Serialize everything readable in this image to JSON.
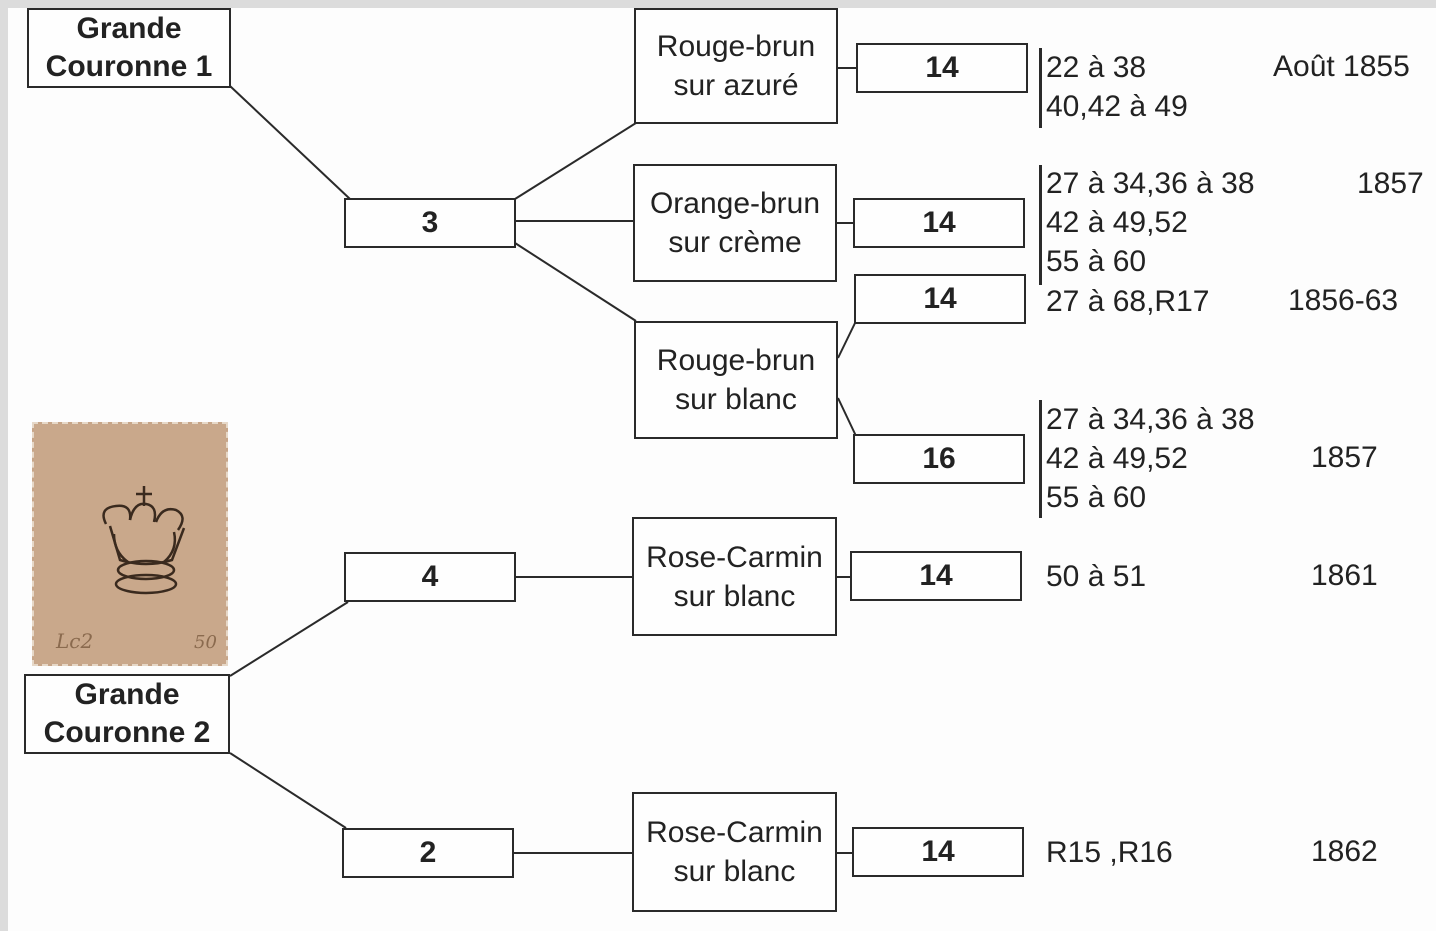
{
  "watermarks": [
    {
      "id": "gc1",
      "lines": [
        "Grande",
        "Couronne 1"
      ]
    },
    {
      "id": "gc2",
      "lines": [
        "Grande",
        "Couronne 2"
      ]
    }
  ],
  "groups": [
    {
      "id": "g3",
      "label": "3"
    },
    {
      "id": "g4",
      "label": "4"
    },
    {
      "id": "g2",
      "label": "2"
    }
  ],
  "colors": [
    {
      "id": "c1",
      "lines": [
        "Rouge-brun",
        "sur azuré"
      ]
    },
    {
      "id": "c2",
      "lines": [
        "Orange-brun",
        "sur crème"
      ]
    },
    {
      "id": "c3",
      "lines": [
        "Rouge-brun",
        "sur blanc"
      ]
    },
    {
      "id": "c4",
      "lines": [
        "Rose-Carmin",
        "sur blanc"
      ]
    },
    {
      "id": "c5",
      "lines": [
        "Rose-Carmin",
        "sur blanc"
      ]
    }
  ],
  "perforations": [
    {
      "id": "p1",
      "label": "14"
    },
    {
      "id": "p2",
      "label": "14"
    },
    {
      "id": "p3",
      "label": "14"
    },
    {
      "id": "p4",
      "label": "16"
    },
    {
      "id": "p5",
      "label": "14"
    },
    {
      "id": "p6",
      "label": "14"
    }
  ],
  "references": [
    {
      "id": "r1",
      "lines": [
        "22 à 38",
        "40,42 à 49"
      ],
      "date": "Août 1855"
    },
    {
      "id": "r2",
      "lines": [
        "27 à 34,36 à 38",
        "42 à 49,52",
        "55 à 60"
      ],
      "date": "1857"
    },
    {
      "id": "r3",
      "lines": [
        "27 à 68,R17"
      ],
      "date": "1856-63"
    },
    {
      "id": "r4",
      "lines": [
        "27 à 34,36 à 38",
        "42 à 49,52",
        "55 à 60"
      ],
      "date": "1857"
    },
    {
      "id": "r5",
      "lines": [
        "50 à 51"
      ],
      "date": "1861"
    },
    {
      "id": "r6",
      "lines": [
        "R15 ,R16"
      ],
      "date": "1862"
    }
  ],
  "stamp": {
    "handwriting_left": "Lc2",
    "handwriting_right": "50"
  },
  "colors_palette": {
    "line": "#2a2a2a",
    "text": "#222222",
    "stamp": "#c7a588",
    "page": "#fdfdfd"
  }
}
